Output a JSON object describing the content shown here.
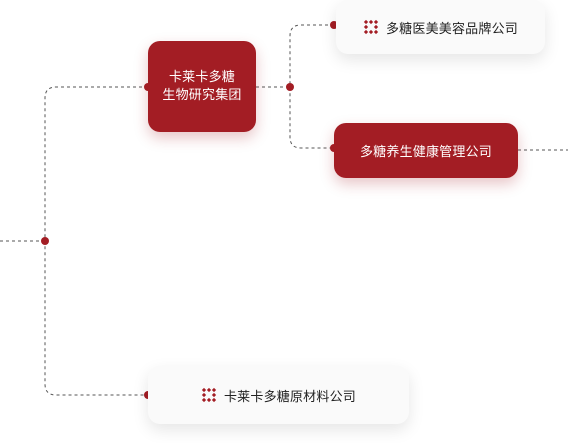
{
  "accent_color": "#a31d24",
  "nodes": {
    "group": {
      "line1": "卡莱卡多糖",
      "line2": "生物研究集团"
    },
    "beauty": {
      "label": "多糖医美美容品牌公司",
      "icon": "brand-logo-icon"
    },
    "health": {
      "label": "多糖养生健康管理公司"
    },
    "material": {
      "label": "卡莱卡多糖原材料公司",
      "icon": "brand-logo-icon"
    }
  }
}
